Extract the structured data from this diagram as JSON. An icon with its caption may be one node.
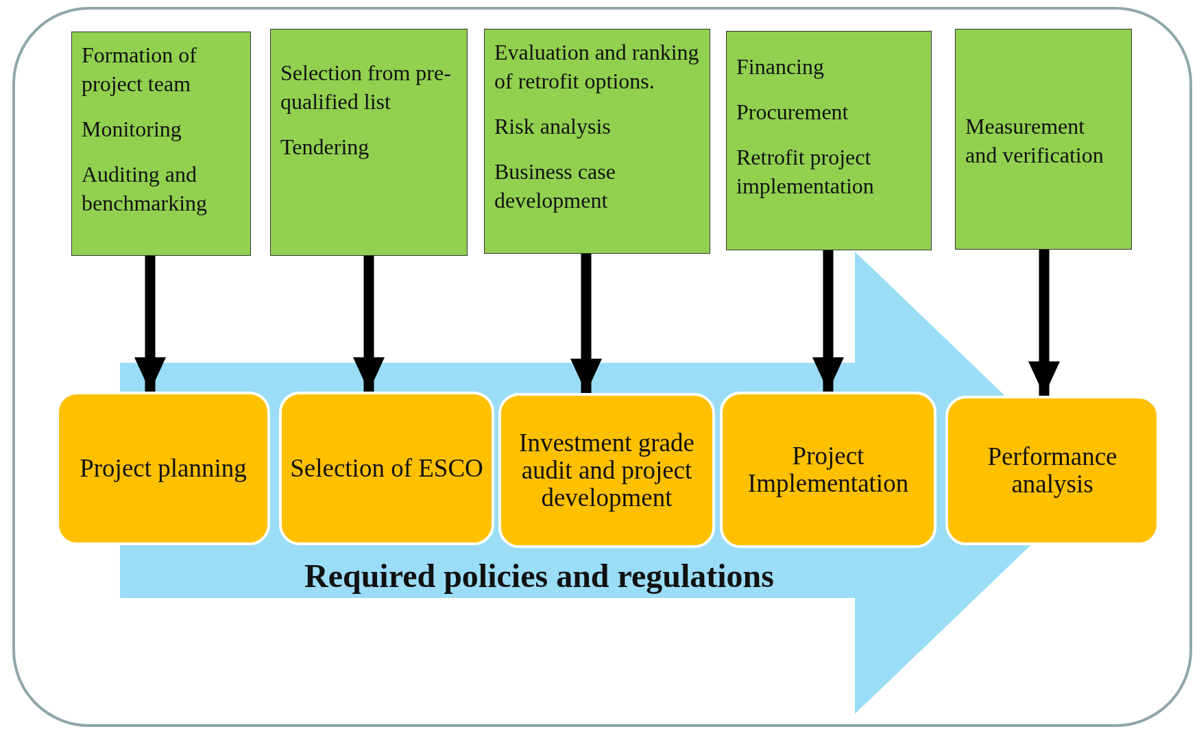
{
  "diagram": {
    "nodes": [
      {
        "text": [
          "Formation of project team",
          "Monitoring",
          "Auditing and benchmarking"
        ]
      },
      {
        "text": [
          "Selection from pre-qualified list",
          "Tendering"
        ]
      },
      {
        "text": [
          "Evaluation and ranking of retrofit options.",
          "Risk analysis",
          "Business case development"
        ]
      },
      {
        "text": [
          "Financing",
          "Procurement",
          "Retrofit project implementation"
        ]
      },
      {
        "text": [
          "Measurement and verification"
        ]
      },
      {
        "text": [
          "Project planning"
        ]
      },
      {
        "text": [
          "Selection of ESCO"
        ]
      },
      {
        "text": [
          "Investment grade audit and project development"
        ]
      },
      {
        "text": [
          "Project Implementation"
        ]
      },
      {
        "text": [
          "Performance analysis"
        ]
      }
    ],
    "edges": [
      {
        "from": 0,
        "to": 5,
        "arrow": "to"
      },
      {
        "from": 1,
        "to": 6,
        "arrow": "to"
      },
      {
        "from": 2,
        "to": 7,
        "arrow": "to"
      },
      {
        "from": 3,
        "to": 8,
        "arrow": "to"
      },
      {
        "from": 4,
        "to": 9,
        "arrow": "to"
      },
      {
        "from": 5,
        "to": 9,
        "arrow": "to",
        "label": "Required policies and regulations",
        "color": "#9bddf7"
      }
    ]
  }
}
